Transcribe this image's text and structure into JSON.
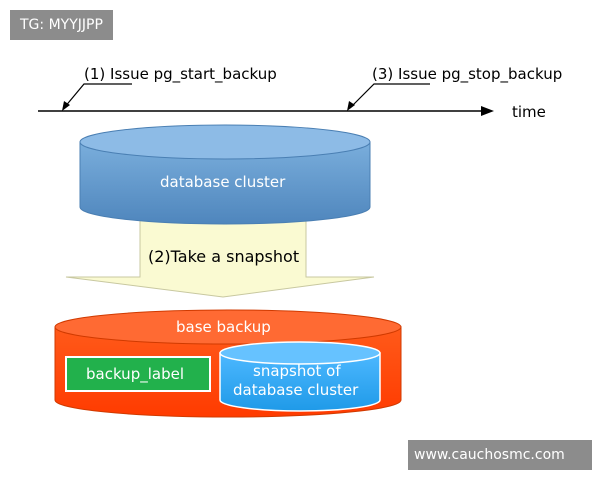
{
  "watermark_top_left": "TG: MYYJJPP",
  "watermark_bottom_right": "www.cauchosmc.com",
  "timeline": {
    "axis_label": "time",
    "start_label": "(1) Issue pg_start_backup",
    "stop_label": "(3) Issue pg_stop_backup"
  },
  "database_cluster": {
    "label": "database cluster",
    "color": "#5b9bd5"
  },
  "snapshot_arrow": {
    "label": "(2)Take a snapshot",
    "color": "#fafad2"
  },
  "base_backup": {
    "label": "base backup",
    "color": "#ff4500",
    "backup_label": {
      "label": "backup_label",
      "color": "#22b14c"
    },
    "snapshot": {
      "line1": "snapshot of",
      "line2": "database cluster",
      "color": "#33aaff"
    }
  }
}
